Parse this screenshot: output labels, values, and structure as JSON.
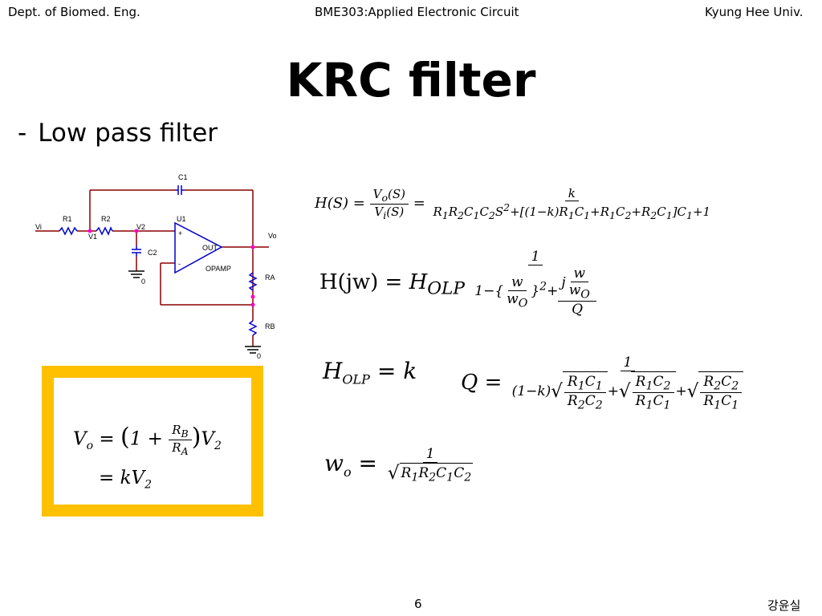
{
  "header": {
    "left": "Dept. of Biomed. Eng.",
    "center": "BME303:Applied Electronic Circuit",
    "right": "Kyung Hee Univ."
  },
  "title": "KRC filter",
  "bullet": {
    "dash": "-",
    "text": "Low pass filter"
  },
  "circuit": {
    "labels": {
      "c1": "C1",
      "r1": "R1",
      "r2": "R2",
      "u1": "U1",
      "vi": "Vi",
      "v1": "V1",
      "v2": "V2",
      "c2": "C2",
      "vo": "Vo",
      "out": "OUT",
      "opamp": "OPAMP",
      "ra": "RA",
      "rb": "RB",
      "gnd1": "0",
      "gnd2": "0",
      "plus": "+",
      "minus": "-"
    },
    "colors": {
      "wire": "#8B0000",
      "component": "#0000CC",
      "node": "#FF00CC",
      "ground": "#000000"
    }
  },
  "equations": {
    "transfer": "H(S) = Vo(S)/Vi(S) = k / (R1R2C1C2S^2+[(1-k)R1C1+R1C2+R2C1]C1+1)",
    "hjw": "H(jw) = H_OLP * 1 / (1-{w/wo}^2 + j(w/wo)/Q)",
    "holp": "H_OLP = k",
    "q": "Q = 1 / ((1-k) sqrt(R1C1/R2C2) + sqrt(R1C2/R1C1) + sqrt(R2C2/R1C1))",
    "wo": "wo = 1 / sqrt(R1R2C1C2)",
    "vo_line1": "Vo = (1 + RB/RA) V2",
    "vo_line2": "= kV2"
  },
  "box_color": "#FFC000",
  "footer": {
    "page": "6",
    "author": "강윤실"
  }
}
